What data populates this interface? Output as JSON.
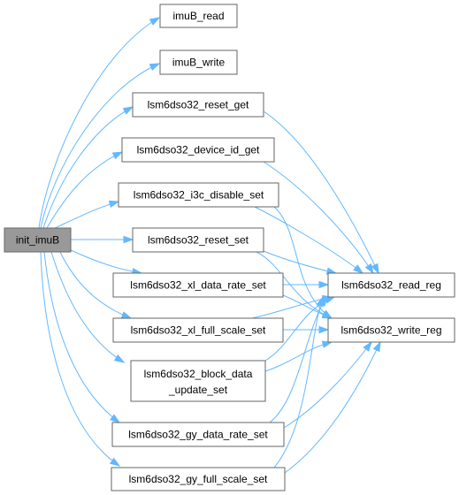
{
  "graph": {
    "colors": {
      "root_fill": "#999999",
      "node_fill": "#ffffff",
      "node_border": "#666666",
      "edge": "#63b8ff"
    },
    "root": {
      "label": [
        "init_imuB"
      ]
    },
    "callees": [
      {
        "label": [
          "imuB_read"
        ]
      },
      {
        "label": [
          "imuB_write"
        ]
      },
      {
        "label": [
          "lsm6dso32_reset_get"
        ]
      },
      {
        "label": [
          "lsm6dso32_device_id_get"
        ]
      },
      {
        "label": [
          "lsm6dso32_i3c_disable_set"
        ]
      },
      {
        "label": [
          "lsm6dso32_reset_set"
        ]
      },
      {
        "label": [
          "lsm6dso32_xl_data_rate_set"
        ]
      },
      {
        "label": [
          "lsm6dso32_xl_full_scale_set"
        ]
      },
      {
        "label": [
          "lsm6dso32_block_data",
          "_update_set"
        ]
      },
      {
        "label": [
          "lsm6dso32_gy_data_rate_set"
        ]
      },
      {
        "label": [
          "lsm6dso32_gy_full_scale_set"
        ]
      },
      {
        "label": [
          "lsm6dso32_read_reg"
        ]
      },
      {
        "label": [
          "lsm6dso32_write_reg"
        ]
      }
    ]
  }
}
